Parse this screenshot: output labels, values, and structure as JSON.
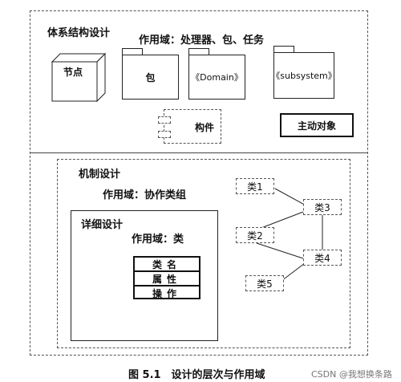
{
  "top": {
    "title": "体系结构设计",
    "scope": "作用域：处理器、包、任务",
    "node_label": "节点",
    "package_label": "包",
    "domain_label": "《Domain》",
    "subsystem_label": "《subsystem》",
    "component_label": "构件",
    "active_object_label": "主动对象"
  },
  "mechanism": {
    "title": "机制设计",
    "scope": "作用域：协作类组",
    "classes": [
      "类1",
      "类3",
      "类2",
      "类4",
      "类5"
    ]
  },
  "detail": {
    "title": "详细设计",
    "scope": "作用域：类",
    "class_rows": [
      "类名",
      "属性",
      "操作"
    ]
  },
  "caption": "图 5.1　设计的层次与作用域",
  "watermark": "CSDN @我想换条路"
}
